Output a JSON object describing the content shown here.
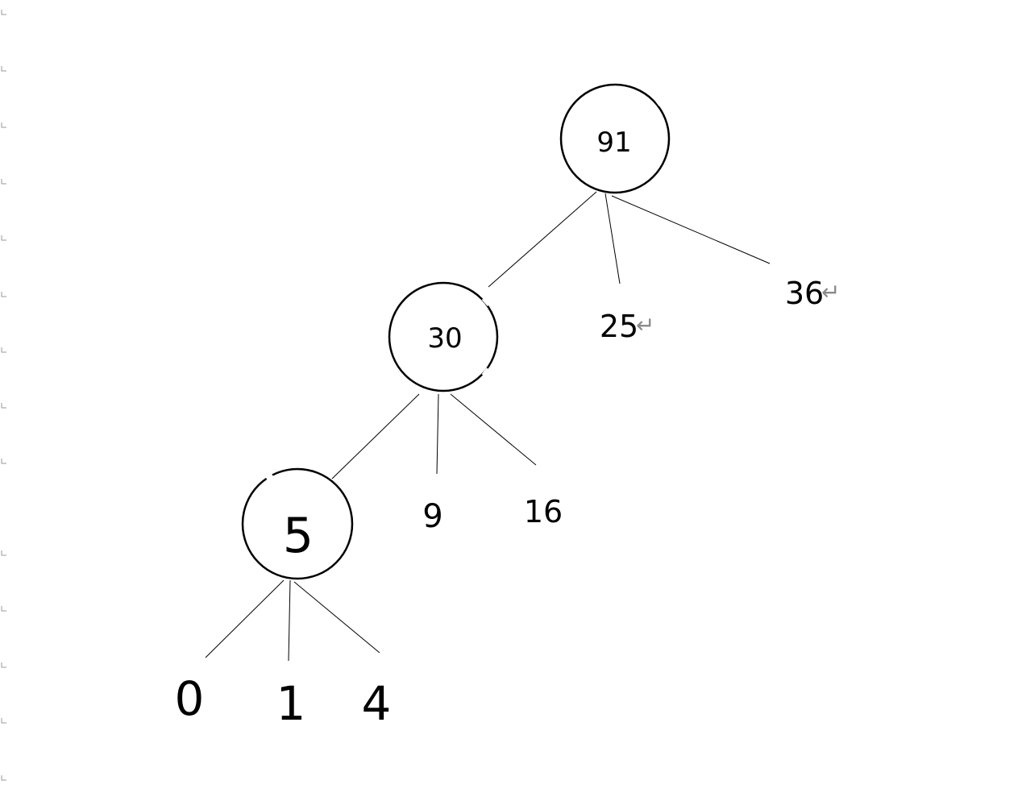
{
  "tree": {
    "nodes": [
      {
        "id": "root",
        "value": "91"
      },
      {
        "id": "mid",
        "value": "30"
      },
      {
        "id": "low",
        "value": "5"
      }
    ],
    "leaves": [
      {
        "id": "leaf-25",
        "value": "25"
      },
      {
        "id": "leaf-36",
        "value": "36"
      },
      {
        "id": "leaf-9",
        "value": "9"
      },
      {
        "id": "leaf-16",
        "value": "16"
      },
      {
        "id": "leaf-0",
        "value": "0"
      },
      {
        "id": "leaf-1",
        "value": "1"
      },
      {
        "id": "leaf-4",
        "value": "4"
      }
    ],
    "edges": [
      [
        "root",
        "mid"
      ],
      [
        "root",
        "leaf-25"
      ],
      [
        "root",
        "leaf-36"
      ],
      [
        "mid",
        "low"
      ],
      [
        "mid",
        "leaf-9"
      ],
      [
        "mid",
        "leaf-16"
      ],
      [
        "low",
        "leaf-0"
      ],
      [
        "low",
        "leaf-1"
      ],
      [
        "low",
        "leaf-4"
      ]
    ],
    "return_mark": "↵"
  }
}
